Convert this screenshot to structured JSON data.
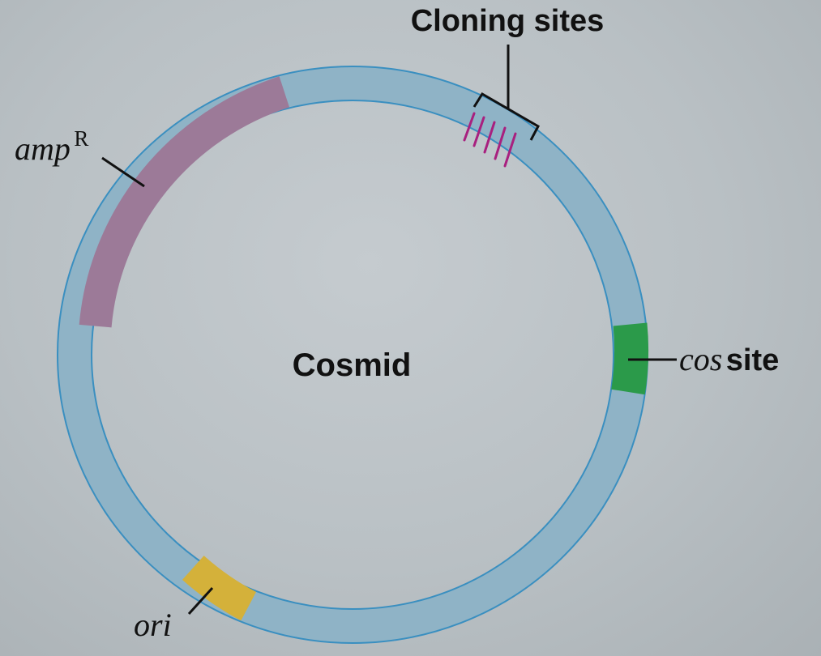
{
  "center_label": "Cosmid",
  "cloning_sites": {
    "label": "Cloning sites",
    "color": "#a8207f",
    "count": 5
  },
  "amp_marker": {
    "label_main": "amp",
    "label_sup": "R",
    "color": "#9c7a98"
  },
  "cos_marker": {
    "label_italic": "cos",
    "label_bold": " site",
    "color": "#2b9a4a"
  },
  "ori_marker": {
    "label": "ori",
    "color": "#d4b13a"
  },
  "colors": {
    "backbone": "#8fb3c6",
    "backbone_edge": "#3a8fc0",
    "text": "#111111"
  }
}
